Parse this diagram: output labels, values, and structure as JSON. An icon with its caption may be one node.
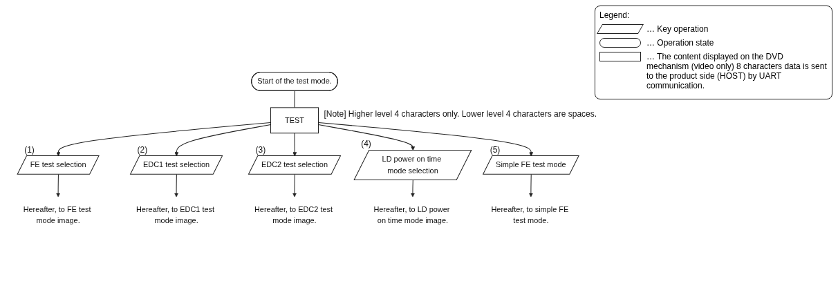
{
  "diagram": {
    "nodes": [
      {
        "text": [
          "Start of the test mode."
        ]
      },
      {
        "text": [
          "TEST"
        ],
        "beside": [
          "[Note] Higher level 4 characters only. Lower level 4 characters are spaces."
        ]
      },
      {
        "text": [
          "FE test selection"
        ],
        "beside": [
          "(1)"
        ]
      },
      {
        "text": [
          "EDC1 test selection"
        ],
        "beside": [
          "(2)"
        ]
      },
      {
        "text": [
          "EDC2 test selection"
        ],
        "beside": [
          "(3)"
        ]
      },
      {
        "text": [
          "LD power on time mode selection"
        ],
        "beside": [
          "(4)"
        ]
      },
      {
        "text": [
          "Simple FE test mode"
        ],
        "beside": [
          "(5)"
        ]
      },
      {
        "text": [
          "Hereafter, to FE test mode image."
        ]
      },
      {
        "text": [
          "Hereafter, to EDC1 test mode image."
        ]
      },
      {
        "text": [
          "Hereafter, to EDC2 test mode image."
        ]
      },
      {
        "text": [
          "Hereafter, to LD power on time mode image."
        ]
      },
      {
        "text": [
          "Hereafter, to simple FE test mode."
        ]
      }
    ],
    "edges": [
      {
        "from": 0,
        "to": 1,
        "arrow": "none"
      },
      {
        "from": 1,
        "to": 2,
        "arrow": "to"
      },
      {
        "from": 1,
        "to": 3,
        "arrow": "to"
      },
      {
        "from": 1,
        "to": 4,
        "arrow": "to"
      },
      {
        "from": 1,
        "to": 5,
        "arrow": "to"
      },
      {
        "from": 1,
        "to": 6,
        "arrow": "to"
      },
      {
        "from": 2,
        "to": 7,
        "arrow": "to"
      },
      {
        "from": 3,
        "to": 8,
        "arrow": "to"
      },
      {
        "from": 4,
        "to": 9,
        "arrow": "to"
      },
      {
        "from": 5,
        "to": 10,
        "arrow": "to"
      },
      {
        "from": 6,
        "to": 11,
        "arrow": "to"
      }
    ],
    "labels": [
      "Legend:"
    ],
    "legend": [
      {
        "text": "… Key operation"
      },
      {
        "text": "… Operation state"
      },
      {
        "text": "… The content displayed on the DVD mechanism (video only) 8 characters data is sent to the product side (HOST) by UART communication."
      }
    ]
  }
}
